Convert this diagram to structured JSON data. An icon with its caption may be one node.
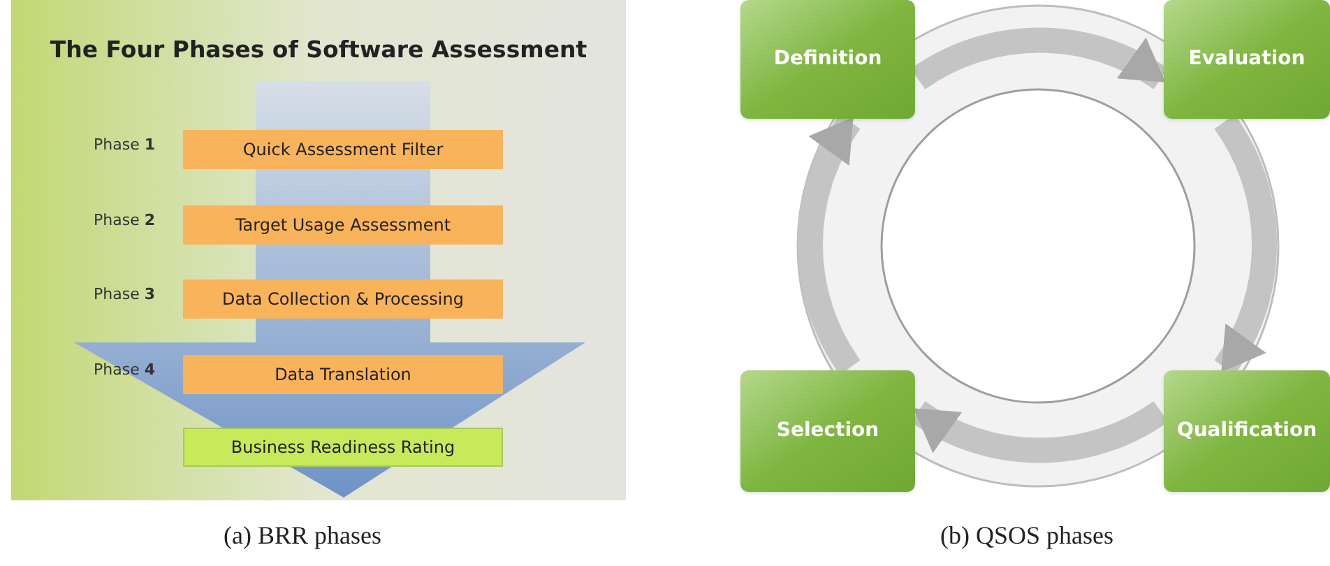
{
  "diagram": {
    "nodes": [
      {
        "text": [
          "The Four Phases of Software Assessment"
        ]
      },
      {
        "text": [
          "Quick Assessment Filter"
        ],
        "in": 0,
        "beside": [
          "Phase **1**"
        ]
      },
      {
        "text": [
          "Target Usage Assessment"
        ],
        "in": 0,
        "beside": [
          "Phase **2**"
        ]
      },
      {
        "text": [
          "Data Collection & Processing"
        ],
        "in": 0,
        "beside": [
          "Phase **3**"
        ]
      },
      {
        "text": [
          "Data Translation"
        ],
        "in": 0,
        "beside": [
          "Phase **4**"
        ]
      },
      {
        "text": [
          "Business Readiness Rating"
        ],
        "in": 0
      },
      {
        "text": [
          "Definition"
        ]
      },
      {
        "text": [
          "Evaluation"
        ]
      },
      {
        "text": [
          "Qualification"
        ]
      },
      {
        "text": [
          "Selection"
        ]
      }
    ],
    "edges": [
      {
        "from": 6,
        "to": 7,
        "arrow": "to"
      },
      {
        "from": 7,
        "to": 8,
        "arrow": "to"
      },
      {
        "from": 8,
        "to": 9,
        "arrow": "to"
      },
      {
        "from": 9,
        "to": 6,
        "arrow": "to"
      }
    ],
    "labels": [
      "(a) BRR phases",
      "(b) QSOS phases"
    ]
  }
}
